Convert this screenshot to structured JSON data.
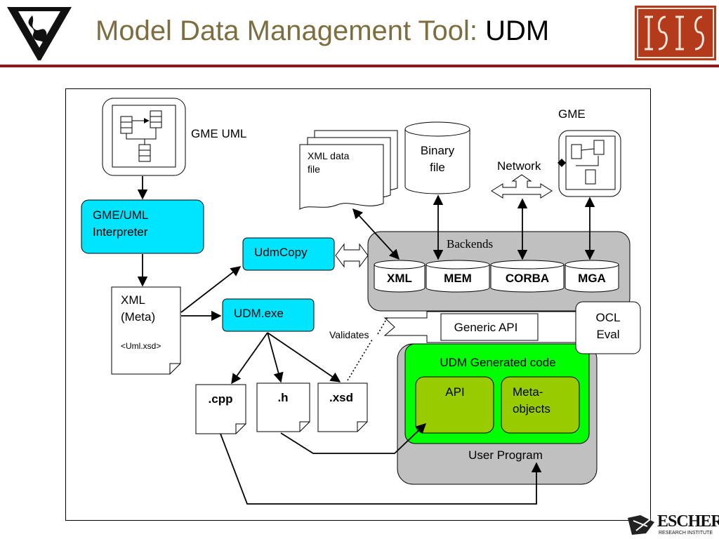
{
  "slide": {
    "title_main": "Model Data Management Tool: ",
    "title_accent": "UDM"
  },
  "logos": {
    "left": "vanderbilt-v-logo",
    "right": "isis-logo",
    "bottom_right_text_1": "ESCHER",
    "bottom_right_text_2": "RESEARCH INSTITUTE"
  },
  "colors": {
    "title": "#7d6e3f",
    "rule": "#8b1a1a",
    "cyan_box": "#00e5ff",
    "gray_panel": "#c0c0c0",
    "green_panel": "#00ff00",
    "olive_box": "#99cc00"
  },
  "diagram": {
    "gme_uml": "GME UML",
    "gme": "GME",
    "gme_uml_interpreter": [
      "GME/UML",
      "Interpreter"
    ],
    "xml_meta": [
      "XML",
      "(Meta)"
    ],
    "uml_xsd": "<Uml.xsd>",
    "udmcopy": "UdmCopy",
    "udm_exe": "UDM.exe",
    "xml_data_file": [
      "XML data",
      "file"
    ],
    "binary_file": [
      "Binary",
      "file"
    ],
    "network": "Network",
    "backends": "Backends",
    "backend_items": [
      "XML",
      "MEM",
      "CORBA",
      "MGA"
    ],
    "generic_api": "Generic API",
    "ocl_eval": [
      "OCL",
      "Eval"
    ],
    "validates": "Validates",
    "udm_generated_code": "UDM Generated code",
    "api": "API",
    "meta_objects": [
      "Meta-",
      "objects"
    ],
    "user_program": "User Program",
    "outputs": [
      ".cpp",
      ".h",
      ".xsd"
    ]
  }
}
